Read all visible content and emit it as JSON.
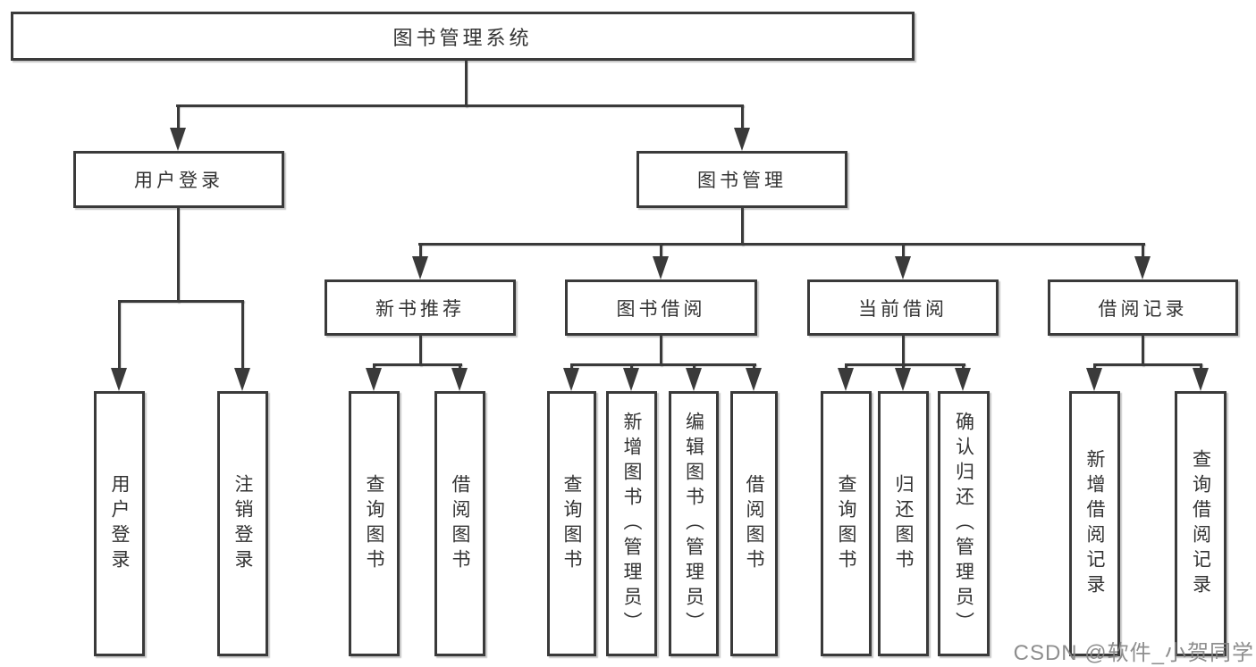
{
  "tree": {
    "root": "图书管理系统",
    "level1": [
      {
        "label": "用户登录",
        "children": [
          "用户登录",
          "注销登录"
        ]
      },
      {
        "label": "图书管理",
        "children": [
          {
            "label": "新书推荐",
            "children": [
              "查询图书",
              "借阅图书"
            ]
          },
          {
            "label": "图书借阅",
            "children": [
              "查询图书",
              "新增图书（管理员）",
              "编辑图书（管理员）",
              "借阅图书"
            ]
          },
          {
            "label": "当前借阅",
            "children": [
              "查询图书",
              "归还图书",
              "确认归还（管理员）"
            ]
          },
          {
            "label": "借阅记录",
            "children": [
              "新增借阅记录",
              "查询借阅记录"
            ]
          }
        ]
      }
    ]
  },
  "watermark": "CSDN @软件_小贺同学",
  "colors": {
    "line": "#3a3a3a",
    "text": "#333333",
    "background": "#ffffff",
    "watermark": "#848484"
  }
}
